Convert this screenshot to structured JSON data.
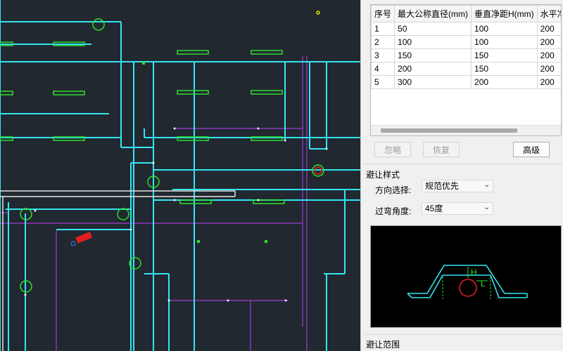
{
  "params_table": {
    "headers": [
      "序号",
      "最大公称直径(mm)",
      "垂直净距H(mm)",
      "水平净距"
    ],
    "rows": [
      [
        "1",
        "50",
        "100",
        "200"
      ],
      [
        "2",
        "100",
        "100",
        "200"
      ],
      [
        "3",
        "150",
        "150",
        "200"
      ],
      [
        "4",
        "200",
        "150",
        "200"
      ],
      [
        "5",
        "300",
        "200",
        "200"
      ]
    ]
  },
  "buttons": {
    "ignore": "忽略",
    "restore": "恢复",
    "advanced": "高级"
  },
  "avoid_style": {
    "title": "避让样式",
    "direction_label": "方向选择:",
    "direction_value": "规范优先",
    "angle_label": "过弯角度:",
    "angle_value": "45度"
  },
  "preview": {
    "h_label": "H",
    "l_label": "L"
  },
  "avoid_range": {
    "title": "避让范围"
  },
  "colors": {
    "canvas_bg": "#212830",
    "pipe_cyan": "#33e6f2",
    "pipe_green": "#2de02d",
    "purple": "#a03ad4",
    "wall": "#e6e6e6"
  }
}
